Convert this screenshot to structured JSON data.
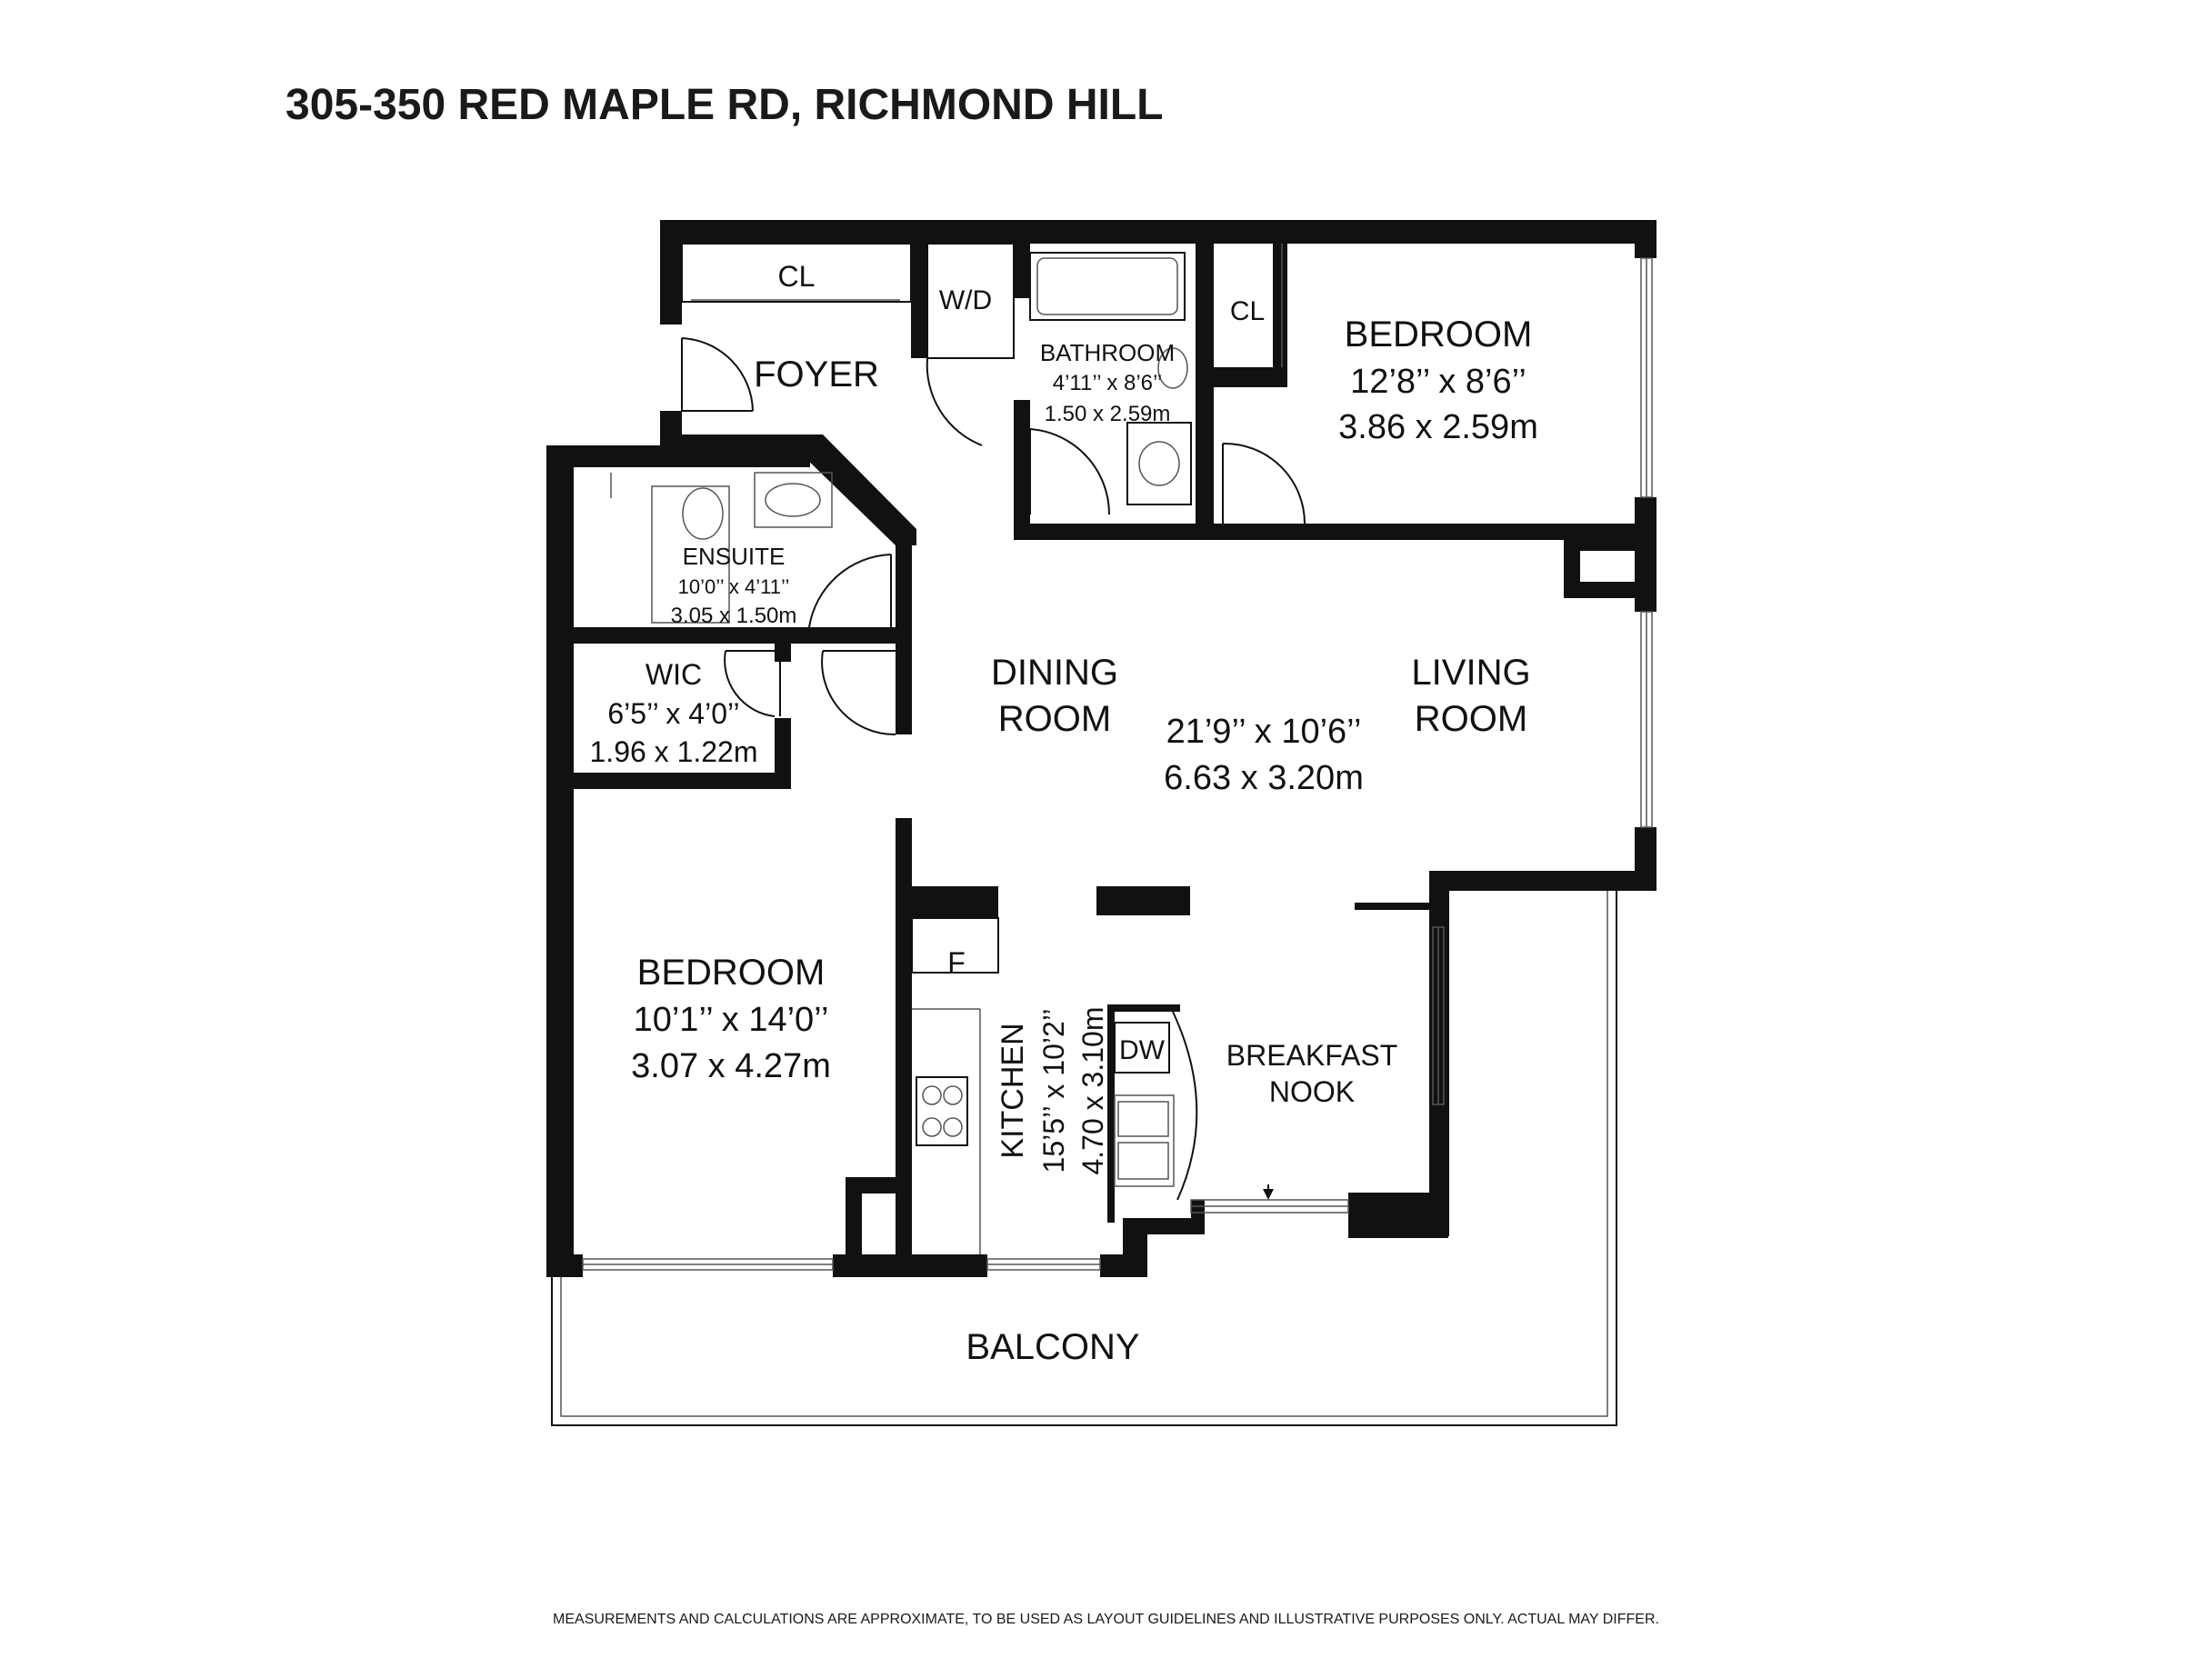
{
  "page": {
    "title": "305-350 RED MAPLE RD, RICHMOND HILL",
    "disclaimer": "MEASUREMENTS AND CALCULATIONS ARE APPROXIMATE, TO BE USED AS LAYOUT GUIDELINES AND ILLUSTRATIVE PURPOSES ONLY.  ACTUAL MAY DIFFER."
  },
  "rooms": {
    "foyer_closet": "CL",
    "foyer": "FOYER",
    "washer_dryer": "W/D",
    "bathroom": {
      "name": "BATHROOM",
      "imperial": "4’11’’ x 8’6’’",
      "metric": "1.50 x 2.59m"
    },
    "bedroom_closet": "CL",
    "bedroom_1": {
      "name": "BEDROOM",
      "imperial": "12’8’’ x 8’6’’",
      "metric": "3.86 x 2.59m"
    },
    "ensuite": {
      "name": "ENSUITE",
      "imperial": "10’0’’ x 4’11’’",
      "metric": "3.05 x 1.50m"
    },
    "wic": {
      "name": "WIC",
      "imperial": "6’5’’ x 4’0’’",
      "metric": "1.96 x 1.22m"
    },
    "dining": {
      "line1": "DINING",
      "line2": "ROOM"
    },
    "living": {
      "line1": "LIVING",
      "line2": "ROOM"
    },
    "dining_living_dims": {
      "imperial": "21’9’’ x 10’6’’",
      "metric": "6.63 x 3.20m"
    },
    "bedroom_2": {
      "name": "BEDROOM",
      "imperial": "10’1’’ x 14’0’’",
      "metric": "3.07 x 4.27m"
    },
    "fridge": "F",
    "kitchen": {
      "name": "KITCHEN",
      "imperial": "15’5’’ x 10’2’’",
      "metric": "4.70 x 3.10m"
    },
    "dishwasher": "DW",
    "breakfast_nook": {
      "line1": "BREAKFAST",
      "line2": "NOOK"
    },
    "balcony": "BALCONY"
  }
}
